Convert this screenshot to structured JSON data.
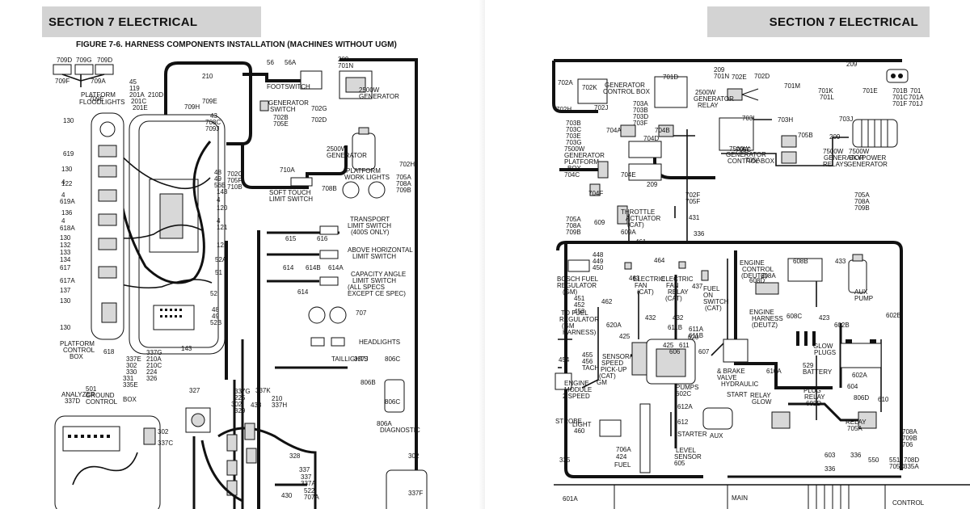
{
  "left_page": {
    "section_header": "SECTION 7   ELECTRICAL",
    "figure_title": "FIGURE 7-6. HARNESS COMPONENTS INSTALLATION (MACHINES WITHOUT UGM)"
  },
  "right_page": {
    "section_header": "SECTION 7   ELECTRICAL"
  },
  "left_labels": [
    "709D",
    "709G",
    "709D",
    "709F",
    "709A",
    "PLATFORM",
    "FLOODLIGHTS",
    "709E",
    "45",
    "119",
    "201A",
    "201C",
    "201E",
    "210D",
    "210",
    "709E",
    "709H",
    "43",
    "708C",
    "709J",
    "130",
    "619",
    "130",
    "4",
    "122",
    "4",
    "619A",
    "136",
    "4",
    "618A",
    "130",
    "132",
    "133",
    "134",
    "617",
    "617A",
    "137",
    "130",
    "130",
    "48",
    "49",
    "56B",
    "143",
    "702C",
    "705F",
    "710B",
    "4",
    "120",
    "4",
    "121",
    "125",
    "52A",
    "51",
    "52",
    "48",
    "49",
    "52B",
    "PLATFORM",
    "CONTROL",
    "BOX",
    "618",
    "143",
    "56",
    "56A",
    "FOOTSWITCH",
    "209",
    "701N",
    "702G",
    "702D",
    "2500W",
    "GENERATOR",
    "2500W",
    "GENERATOR",
    "702B",
    "705E",
    "GENERATOR",
    "SWITCH",
    "710A",
    "SOFT TOUCH",
    "LIMIT SWITCH",
    "708B",
    "PLATFORM",
    "WORK LIGHTS",
    "702H",
    "705A",
    "708A",
    "709B",
    "TRANSPORT",
    "LIMIT SWITCH",
    "(400S ONLY)",
    "615",
    "616",
    "ABOVE HORIZONTAL",
    "LIMIT SWITCH",
    "614",
    "614B",
    "614A",
    "CAPACITY ANGLE",
    "LIMIT SWITCH",
    "(ALL SPECS",
    "EXCEPT CE SPEC)",
    "614",
    "707",
    "HEADLIGHTS",
    "TAILLIGHTS",
    "337J",
    "806C",
    "806B",
    "806C",
    "806A",
    "DIAGNOSTIC",
    "ANALYZER",
    "337D",
    "501",
    "GROUND",
    "CONTROL",
    "BOX",
    "337E",
    "302",
    "330",
    "331",
    "335E",
    "337G",
    "210A",
    "210C",
    "224",
    "326",
    "327",
    "337G",
    "225",
    "302",
    "329",
    "337K",
    "438",
    "210",
    "337H",
    "302",
    "337C",
    "328",
    "337",
    "337",
    "337A",
    "430",
    "522",
    "707A",
    "302",
    "337F",
    "336",
    "335"
  ],
  "right_labels": [
    "209",
    "702A",
    "702K",
    "GENERATOR",
    "CONTROL BOX",
    "702H",
    "702J",
    "701D",
    "209",
    "701N",
    "702E",
    "702D",
    "2500W",
    "GENERATOR",
    "RELAY",
    "701M",
    "701K",
    "701L",
    "701E",
    "701B",
    "701C",
    "701F",
    "701",
    "701A",
    "701J",
    "703A",
    "703B",
    "703D",
    "703F",
    "703B",
    "703C",
    "703E",
    "703G",
    "704A",
    "704B",
    "704D",
    "7500W",
    "GENERATOR",
    "PLATFORM",
    "BOX",
    "704C",
    "704E",
    "704F",
    "209",
    "703I",
    "703H",
    "703J",
    "705B",
    "7500W",
    "GENERATOR",
    "CONTROL BOX",
    "705C",
    "705A",
    "209",
    "7500W",
    "GENERATOR",
    "RELAYS",
    "7500W",
    "SKYPOWER",
    "GENERATOR",
    "705A",
    "708A",
    "709B",
    "702F",
    "705F",
    "431",
    "THROTTLE",
    "ACTUATOR",
    "(CAT)",
    "609",
    "609A",
    "461",
    "705A",
    "708A",
    "709B",
    "336",
    "448",
    "449",
    "450",
    "464",
    "BOSCH FUEL",
    "REGULATOR",
    "(GM)",
    "463",
    "ELECTRIC",
    "FAN",
    "(CAT)",
    "ELECTRIC",
    "FAN",
    "RELAY",
    "(CAT)",
    "437",
    "FUEL",
    "ON",
    "SWITCH",
    "(CAT)",
    "ENGINE",
    "CONTROL",
    "(DEUTZ)",
    "608B",
    "433",
    "608D",
    "608A",
    "ENGINE",
    "HARNESS",
    "(DEUTZ)",
    "608C",
    "423",
    "AUX",
    "PUMP",
    "602B",
    "602B",
    "451",
    "452",
    "453",
    "462",
    "TO FUEL",
    "REGULATOR",
    "(GM",
    "HARNESS)",
    "620A",
    "432",
    "432",
    "611B",
    "611B",
    "611A",
    "620",
    "425",
    "425",
    "611",
    "606",
    "607",
    "GLOW",
    "PLUGS",
    "529",
    "BATTERY",
    "602A",
    "610A",
    "454",
    "455",
    "456",
    "TACH",
    "SENSOR/",
    "SPEED",
    "PICK-UP",
    "(CAT)",
    "GM",
    "ENGINE",
    "MODULE",
    "2 SPEED",
    "& BRAKE",
    "VALVE",
    "HYDRAULIC",
    "PUMPS",
    "602C",
    "START",
    "RELAY",
    "GLOW",
    "PLUG",
    "RELAY",
    "602D",
    "604",
    "806D",
    "610",
    "STROBE",
    "LIGHT",
    "460",
    "612A",
    "612",
    "STARTER",
    "AUX",
    "RELAY",
    "705A",
    "708A",
    "709B",
    "706",
    "706A",
    "424",
    "FUEL",
    "LEVEL",
    "SENSOR",
    "605",
    "603",
    "336",
    "550",
    "551",
    "705D",
    "708D",
    "335A",
    "336",
    "335",
    "601A",
    "MAIN",
    "CONTROL"
  ]
}
